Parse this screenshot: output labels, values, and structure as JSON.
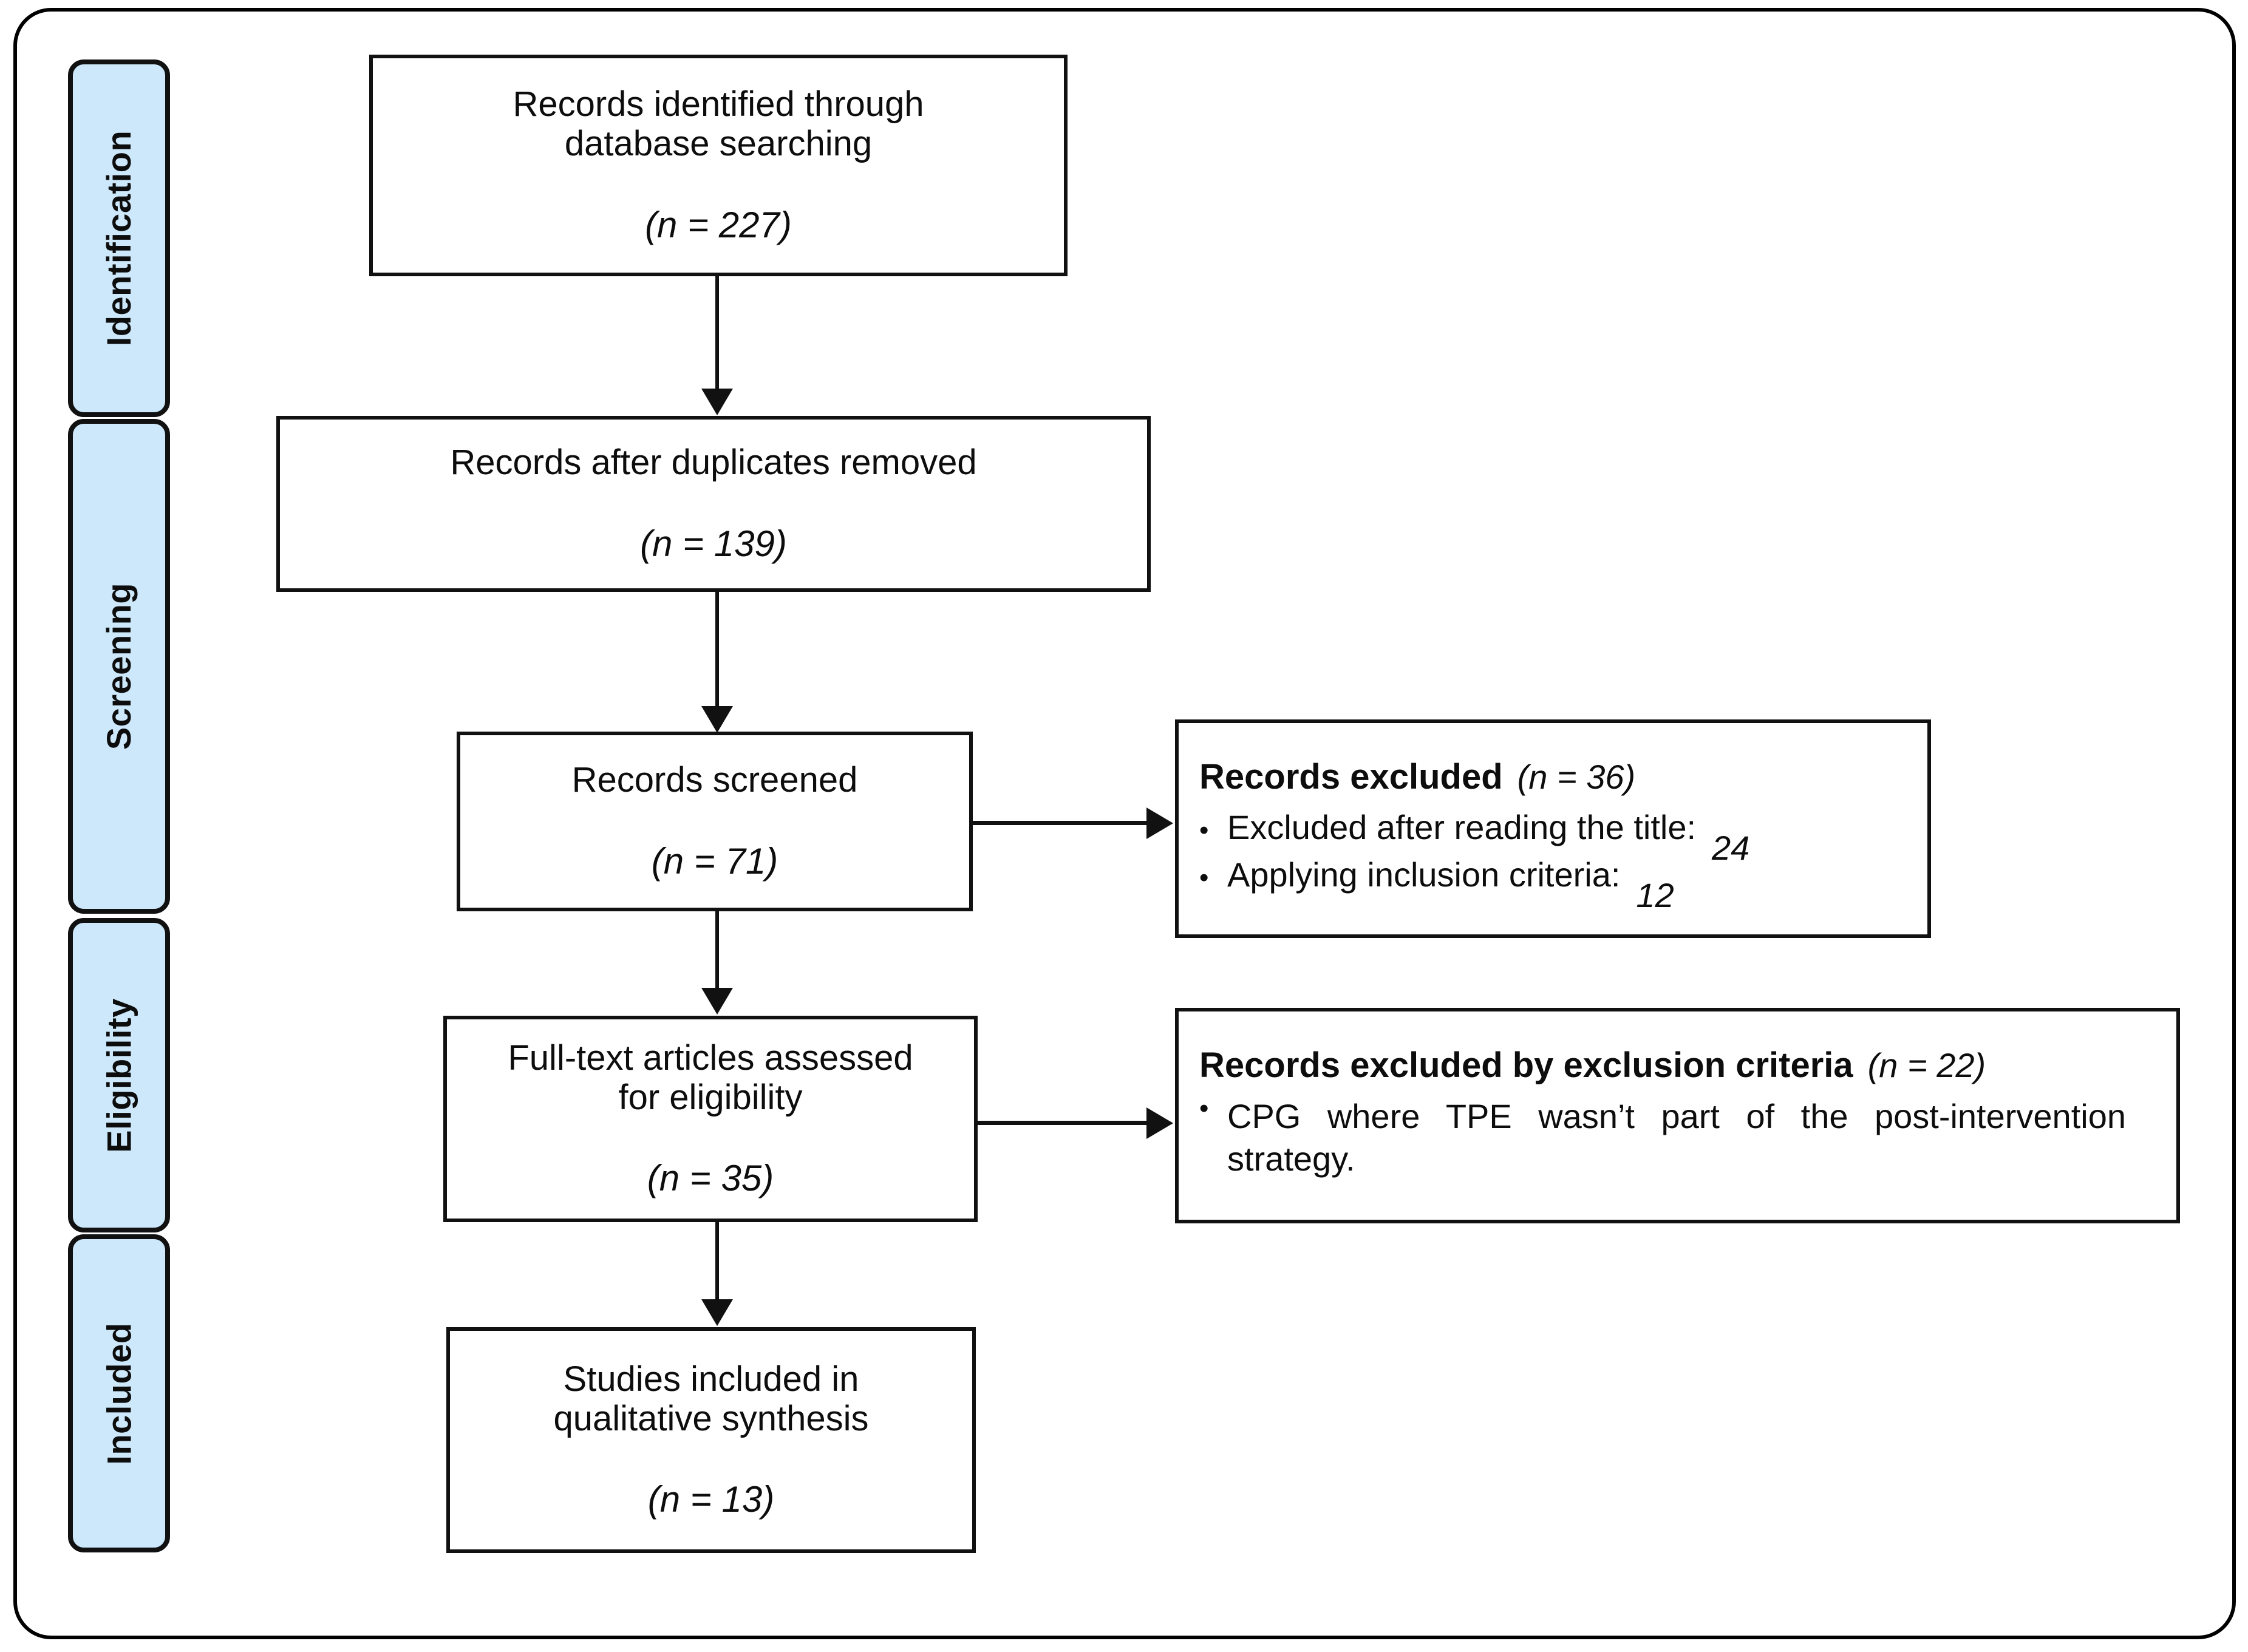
{
  "diagram": {
    "title": "PRISMA study selection flow diagram",
    "accent_color": "#cce8fa",
    "line_color": "#111111",
    "background_color": "#ffffff"
  },
  "stages": [
    {
      "label": "Identification"
    },
    {
      "label": "Screening"
    },
    {
      "label": "Eligibility"
    },
    {
      "label": "Included"
    }
  ],
  "boxes": {
    "identified": {
      "line1": "Records identified through",
      "line2": "database searching",
      "n": "(n = 227)"
    },
    "duplicates_removed": {
      "line1": "Records after duplicates removed",
      "n": "(n = 139)"
    },
    "screened": {
      "line1": "Records screened",
      "n": "(n = 71)"
    },
    "fulltext": {
      "line1": "Full-text articles assessed",
      "line2": "for eligibility",
      "n": "(n = 35)"
    },
    "included": {
      "line1": "Studies included in",
      "line2": "qualitative synthesis",
      "n": "(n = 13)"
    }
  },
  "excluded_screening": {
    "title": "Records excluded",
    "n": "(n = 36)",
    "bullet_marker": "•",
    "items": [
      {
        "text": "Excluded after reading the title:",
        "count": "24"
      },
      {
        "text": "Applying inclusion criteria:",
        "count": "12"
      }
    ]
  },
  "excluded_eligibility": {
    "title": "Records excluded by exclusion criteria",
    "n": "(n = 22)",
    "bullet_marker": "•",
    "items": [
      {
        "text": "CPG where TPE wasn’t part of the post-intervention strategy."
      }
    ]
  }
}
